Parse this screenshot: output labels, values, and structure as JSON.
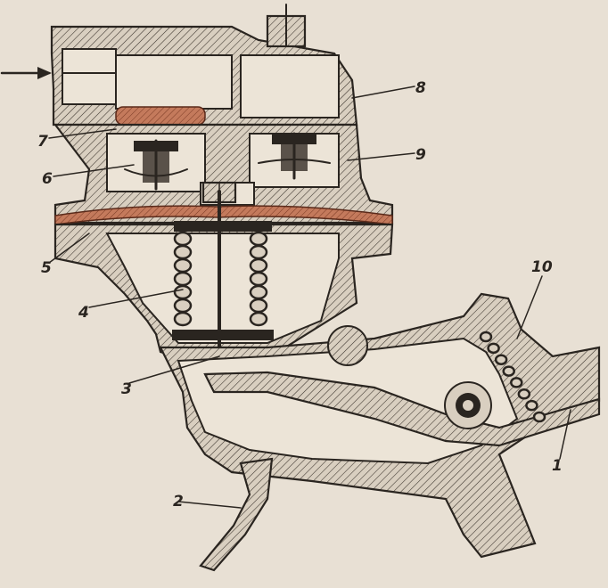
{
  "labels": {
    "l1": "1",
    "l2": "2",
    "l3": "3",
    "l4": "4",
    "l5": "5",
    "l6": "6",
    "l7": "7",
    "l8": "8",
    "l9": "9",
    "l10": "10"
  },
  "colors": {
    "paper": "#e8e0d4",
    "ink": "#2a2520",
    "gasket": "#b8654a"
  }
}
